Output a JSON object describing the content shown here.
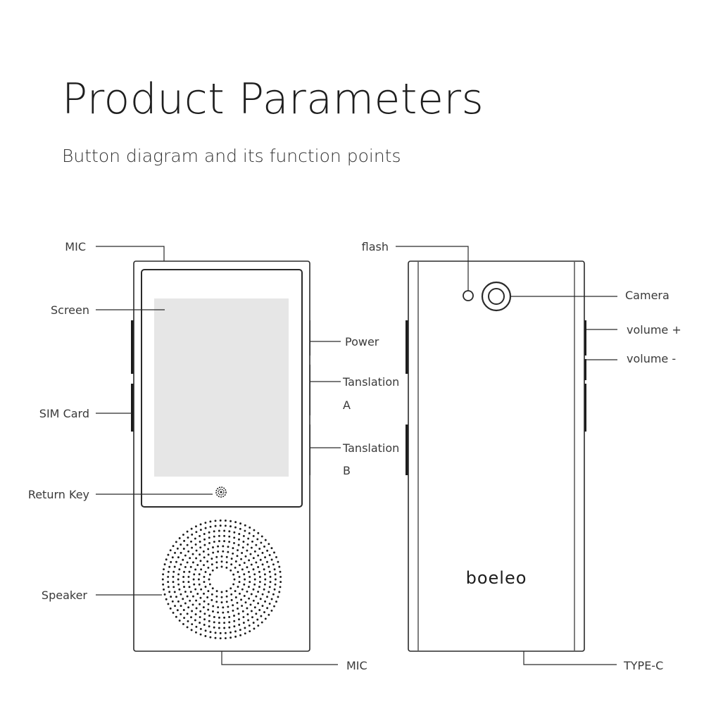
{
  "header": {
    "title": "Product Parameters",
    "subtitle": "Button diagram and its function points"
  },
  "front": {
    "labels": {
      "mic_top": "MIC",
      "screen": "Screen",
      "sim_card": "SIM Card",
      "return_key": "Return Key",
      "speaker": "Speaker",
      "power": "Power",
      "translation_a_1": "Tanslation",
      "translation_a_2": "A",
      "translation_b_1": "Tanslation",
      "translation_b_2": "B",
      "mic_bottom": "MIC"
    }
  },
  "back": {
    "labels": {
      "flash": "flash",
      "camera": "Camera",
      "volume_up": "volume +",
      "volume_down": "volume -",
      "type_c": "TYPE-C"
    },
    "logo": "boeleo"
  },
  "colors": {
    "outline": "#2a2a2a",
    "screen_fill": "#e6e6e6",
    "text": "#3a3a3a"
  }
}
